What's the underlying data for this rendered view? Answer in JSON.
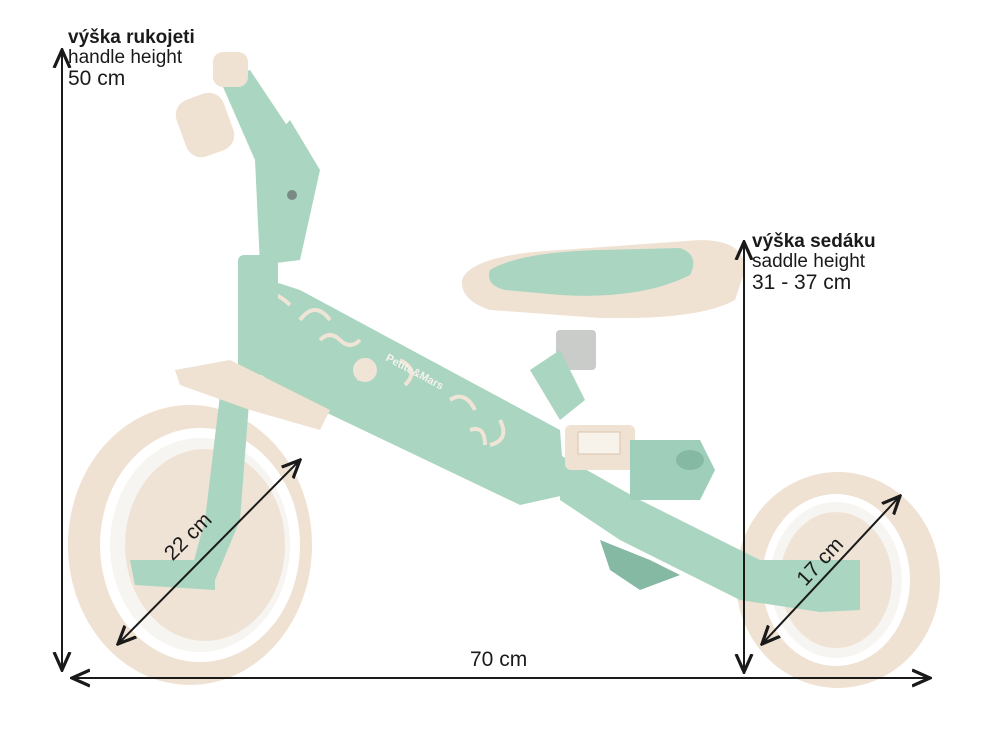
{
  "handle": {
    "label_cs": "výška rukojeti",
    "label_en": "handle height",
    "value": "50 cm"
  },
  "saddle": {
    "label_cs": "výška sedáku",
    "label_en": "saddle height",
    "value": "31 - 37 cm"
  },
  "front_wheel": {
    "value": "22 cm"
  },
  "rear_wheel": {
    "value": "17 cm"
  },
  "length": {
    "value": "70 cm"
  },
  "brand": {
    "text": "Petite&Mars"
  },
  "colors": {
    "mint": "#a9d5c1",
    "mint_dark": "#86b9a4",
    "cream": "#f0e4d6",
    "cream_dark": "#e4d2bf",
    "line": "#1a1a1a"
  }
}
